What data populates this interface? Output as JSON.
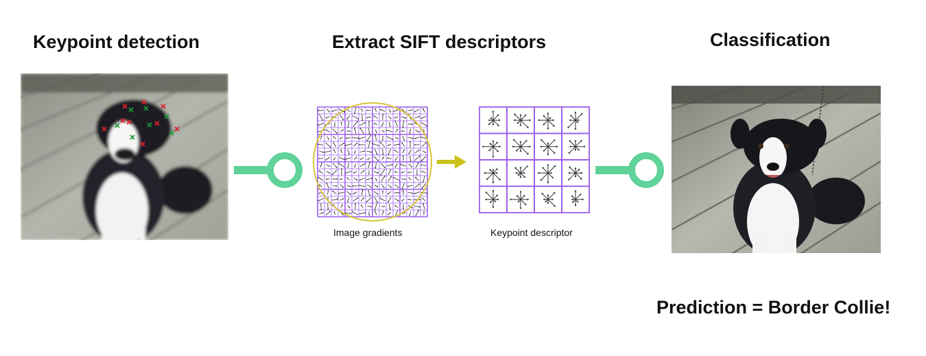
{
  "headings": {
    "keypoint": "Keypoint detection",
    "extract": "Extract SIFT descriptors",
    "classification": "Classification"
  },
  "captions": {
    "gradients": "Image gradients",
    "descriptor": "Keypoint descriptor"
  },
  "prediction": "Prediction = Border Collie!",
  "icons": {
    "connector": "ball-and-stick-connector-icon",
    "arrow": "right-arrow-icon",
    "keypoint_marker": "x-mark-icon"
  },
  "colors": {
    "grid": "#9b5cf0",
    "circle": "#d8c43a",
    "arrow": "#c8c21a",
    "connector": "#5fd39a",
    "marker_red": "#e0202a",
    "marker_green": "#1e9a3a",
    "deck": "#a7ab9f"
  }
}
